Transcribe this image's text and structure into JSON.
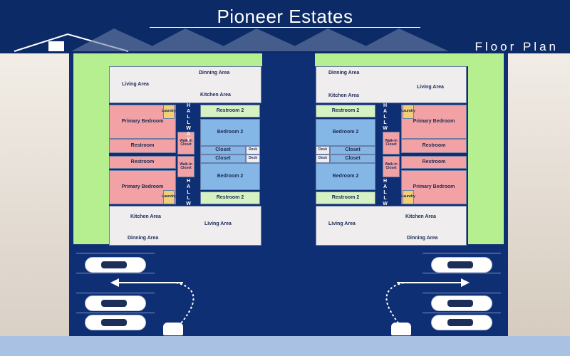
{
  "header": {
    "title": "Pioneer Estates",
    "subtitle": "Floor Plan"
  },
  "left_unit": {
    "top_living": "Living Area",
    "top_dining": "Dinning Area",
    "top_kitchen": "Kitchen Area",
    "hallway_top": "HALLWAY",
    "restroom2_top": "Restroom 2",
    "laundry_top": "Laundry",
    "primary_bedroom_top": "Primary Bedroom",
    "walkin_top": "Walk-In Closet",
    "bedroom2_top": "Bedroom 2",
    "restroom_top": "Restroom",
    "closet_a": "Closet",
    "closet_b": "Closet",
    "desk_a": "Desk",
    "desk_b": "Desk",
    "restroom_bottom": "Restroom",
    "walkin_bottom": "Walk-In Closet",
    "primary_bedroom_bottom": "Primary Bedroom",
    "bedroom2_bottom": "Bedroom 2",
    "hallway_bottom": "HALLWAY",
    "laundry_bottom": "Laundry",
    "restroom2_bottom": "Restroom 2",
    "bottom_kitchen": "Kitchen Area",
    "bottom_living": "Living Area",
    "bottom_dining": "Dinning Area"
  },
  "right_unit": {
    "top_dining": "Dinning Area",
    "top_living": "Living Area",
    "top_kitchen": "Kitchen Area",
    "restroom2_top": "Restroom 2",
    "hallway_top": "HALLWAY",
    "laundry_top": "Laundry",
    "bedroom2_top": "Bedroom 2",
    "walkin_top": "Walk-In Closet",
    "primary_bedroom_top": "Primary Bedroom",
    "restroom_top": "Restroom",
    "closet_a": "Closet",
    "closet_b": "Closet",
    "desk_a": "Desk",
    "desk_b": "Desk",
    "restroom_bottom": "Restroom",
    "walkin_bottom": "Walk-In Closet",
    "bedroom2_bottom": "Bedroom 2",
    "hallway_bottom": "HALLWAY",
    "primary_bedroom_bottom": "Primary Bedroom",
    "restroom2_bottom": "Restroom 2",
    "laundry_bottom": "Laundry",
    "bottom_kitchen": "Kitchen Area",
    "bottom_living": "Living Area",
    "bottom_dining": "Dinning Area"
  },
  "colors": {
    "header": "#0b2a66",
    "plan": "#0f2f74",
    "grass": "#b6ef8f",
    "bedroom": "#f2a2a4",
    "bedroom2": "#84b6e6",
    "restroom2": "#d7f2c2",
    "laundry": "#f0cf78"
  }
}
